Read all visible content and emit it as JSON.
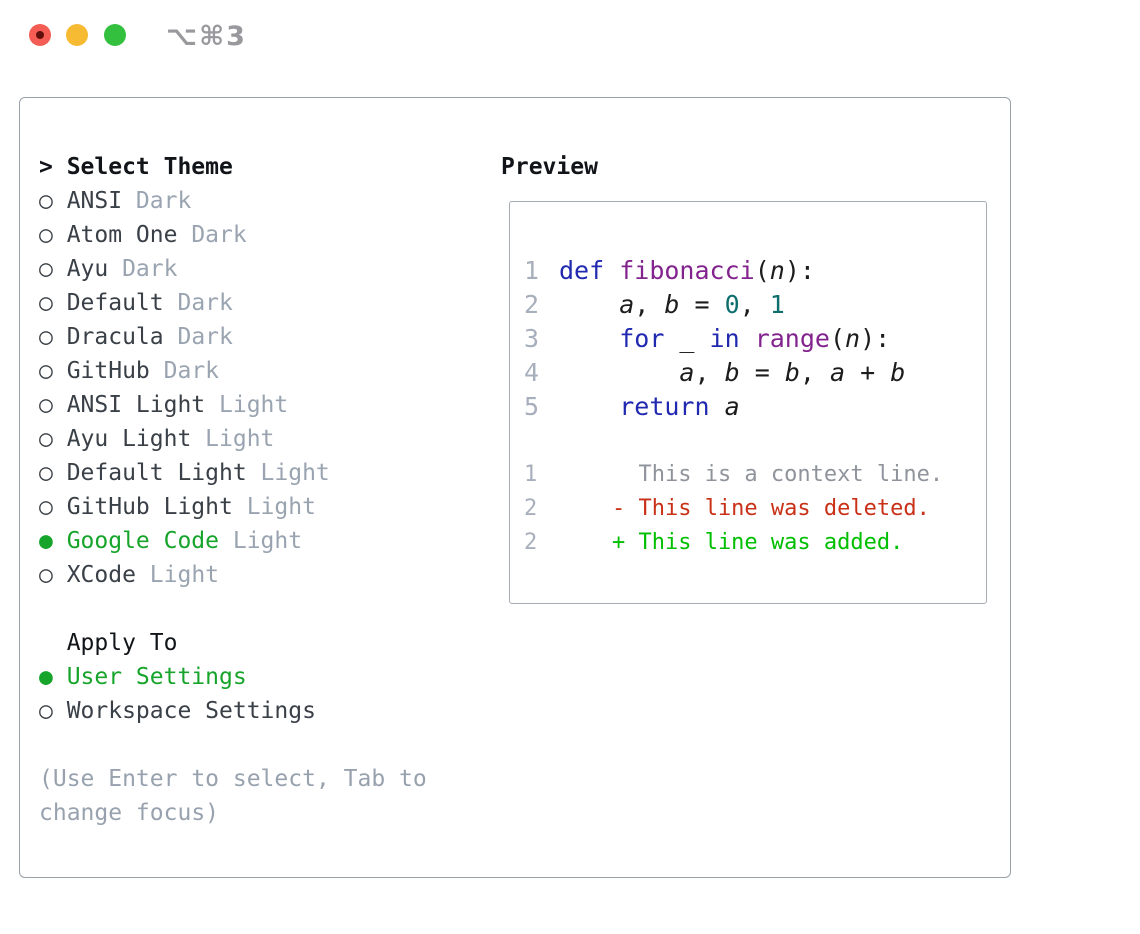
{
  "window": {
    "shortcut_label": "⌥⌘3",
    "traffic_lights": [
      {
        "name": "close",
        "color": "#f45c54"
      },
      {
        "name": "minimize",
        "color": "#f6bb33"
      },
      {
        "name": "zoom",
        "color": "#33c03f"
      }
    ]
  },
  "markers": {
    "prompt": ">",
    "selected": "●",
    "unselected": "○"
  },
  "theme_list": {
    "header": "Select Theme",
    "items": [
      {
        "name": "ANSI",
        "variant": "Dark",
        "selected": false
      },
      {
        "name": "Atom One",
        "variant": "Dark",
        "selected": false
      },
      {
        "name": "Ayu",
        "variant": "Dark",
        "selected": false
      },
      {
        "name": "Default",
        "variant": "Dark",
        "selected": false
      },
      {
        "name": "Dracula",
        "variant": "Dark",
        "selected": false
      },
      {
        "name": "GitHub",
        "variant": "Dark",
        "selected": false
      },
      {
        "name": "ANSI Light",
        "variant": "Light",
        "selected": false
      },
      {
        "name": "Ayu Light",
        "variant": "Light",
        "selected": false
      },
      {
        "name": "Default Light",
        "variant": "Light",
        "selected": false
      },
      {
        "name": "GitHub Light",
        "variant": "Light",
        "selected": false
      },
      {
        "name": "Google Code",
        "variant": "Light",
        "selected": true
      },
      {
        "name": "XCode",
        "variant": "Light",
        "selected": false
      }
    ]
  },
  "apply_to": {
    "header": "Apply To",
    "options": [
      {
        "name": "User Settings",
        "selected": true
      },
      {
        "name": "Workspace Settings",
        "selected": false
      }
    ]
  },
  "hint": "(Use Enter to select, Tab to change focus)",
  "preview": {
    "title": "Preview",
    "lines": [
      {
        "block": "py",
        "no": "1",
        "segments": [
          {
            "c": "kw",
            "t": "def"
          },
          {
            "c": "pln",
            "t": " "
          },
          {
            "c": "fn",
            "t": "fibonacci"
          },
          {
            "c": "pln",
            "t": "("
          },
          {
            "c": "var",
            "t": "n"
          },
          {
            "c": "pln",
            "t": "):"
          }
        ]
      },
      {
        "block": "py",
        "no": "2",
        "segments": [
          {
            "c": "pln",
            "t": "    "
          },
          {
            "c": "var",
            "t": "a"
          },
          {
            "c": "pln",
            "t": ", "
          },
          {
            "c": "var",
            "t": "b"
          },
          {
            "c": "pln",
            "t": " = "
          },
          {
            "c": "lit",
            "t": "0"
          },
          {
            "c": "pln",
            "t": ", "
          },
          {
            "c": "lit",
            "t": "1"
          }
        ]
      },
      {
        "block": "py",
        "no": "3",
        "segments": [
          {
            "c": "pln",
            "t": "    "
          },
          {
            "c": "kw",
            "t": "for"
          },
          {
            "c": "pln",
            "t": " _ "
          },
          {
            "c": "kw",
            "t": "in"
          },
          {
            "c": "pln",
            "t": " "
          },
          {
            "c": "fn",
            "t": "range"
          },
          {
            "c": "pln",
            "t": "("
          },
          {
            "c": "var",
            "t": "n"
          },
          {
            "c": "pln",
            "t": "):"
          }
        ]
      },
      {
        "block": "py",
        "no": "4",
        "segments": [
          {
            "c": "pln",
            "t": "        "
          },
          {
            "c": "var",
            "t": "a"
          },
          {
            "c": "pln",
            "t": ", "
          },
          {
            "c": "var",
            "t": "b"
          },
          {
            "c": "pln",
            "t": " = "
          },
          {
            "c": "var",
            "t": "b"
          },
          {
            "c": "pln",
            "t": ", "
          },
          {
            "c": "var",
            "t": "a"
          },
          {
            "c": "pln",
            "t": " + "
          },
          {
            "c": "var",
            "t": "b"
          }
        ]
      },
      {
        "block": "py",
        "no": "5",
        "segments": [
          {
            "c": "pln",
            "t": "    "
          },
          {
            "c": "kw",
            "t": "return"
          },
          {
            "c": "pln",
            "t": " "
          },
          {
            "c": "var",
            "t": "a"
          }
        ]
      },
      {
        "block": "py",
        "no": "",
        "segments": []
      },
      {
        "block": "diff",
        "no": "1",
        "segments": [
          {
            "c": "ctx",
            "t": "      This is a context line."
          }
        ]
      },
      {
        "block": "diff",
        "no": "2",
        "segments": [
          {
            "c": "del",
            "t": "    - This line was deleted."
          }
        ]
      },
      {
        "block": "diff",
        "no": "2",
        "segments": [
          {
            "c": "add",
            "t": "    + This line was added."
          }
        ]
      }
    ]
  },
  "colors": {
    "accent_green": "#17a42b",
    "diff_added": "#00bf00",
    "diff_deleted": "#c93018",
    "syntax_keyword": "#2129b0",
    "syntax_function": "#83248e",
    "syntax_literal": "#0e6e6e",
    "line_number": "#a8afbc",
    "muted_text": "#9aa4b1",
    "panel_border": "#99a1ab"
  }
}
